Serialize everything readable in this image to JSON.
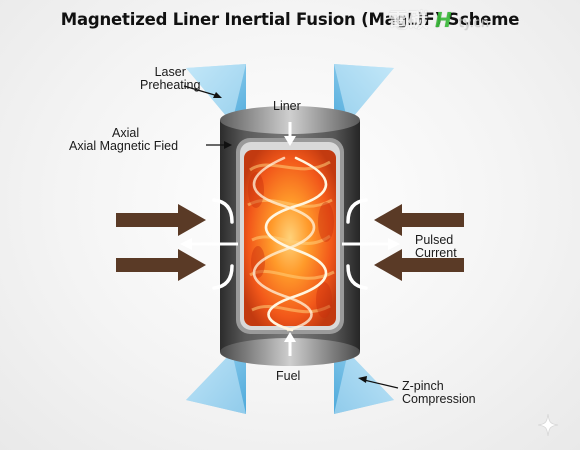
{
  "title": "Magnetized Liner Inertial Fusion (MagLIF) Scheme",
  "labels": {
    "laser_preheating": [
      "Laser",
      "Preheating"
    ],
    "axial": "Axial",
    "axial_magnetic_field": "Axial Magnetic Fied",
    "liner": "Liner",
    "fuel": "Fuel",
    "pulsed_current": [
      "Pulsed",
      "Current"
    ],
    "z_pinch_compression": [
      "Z-pinch",
      "Compression"
    ]
  },
  "watermark": {
    "brand": "電碳",
    "mark": "H",
    "url": "ty.cn"
  },
  "colors": {
    "liner_metal": "#6e6e6e",
    "plasma": "#ff7a1a",
    "laser_beam": "#7ec8ee",
    "current_arrow": "#5a3a26",
    "white_arrow": "#ffffff"
  }
}
